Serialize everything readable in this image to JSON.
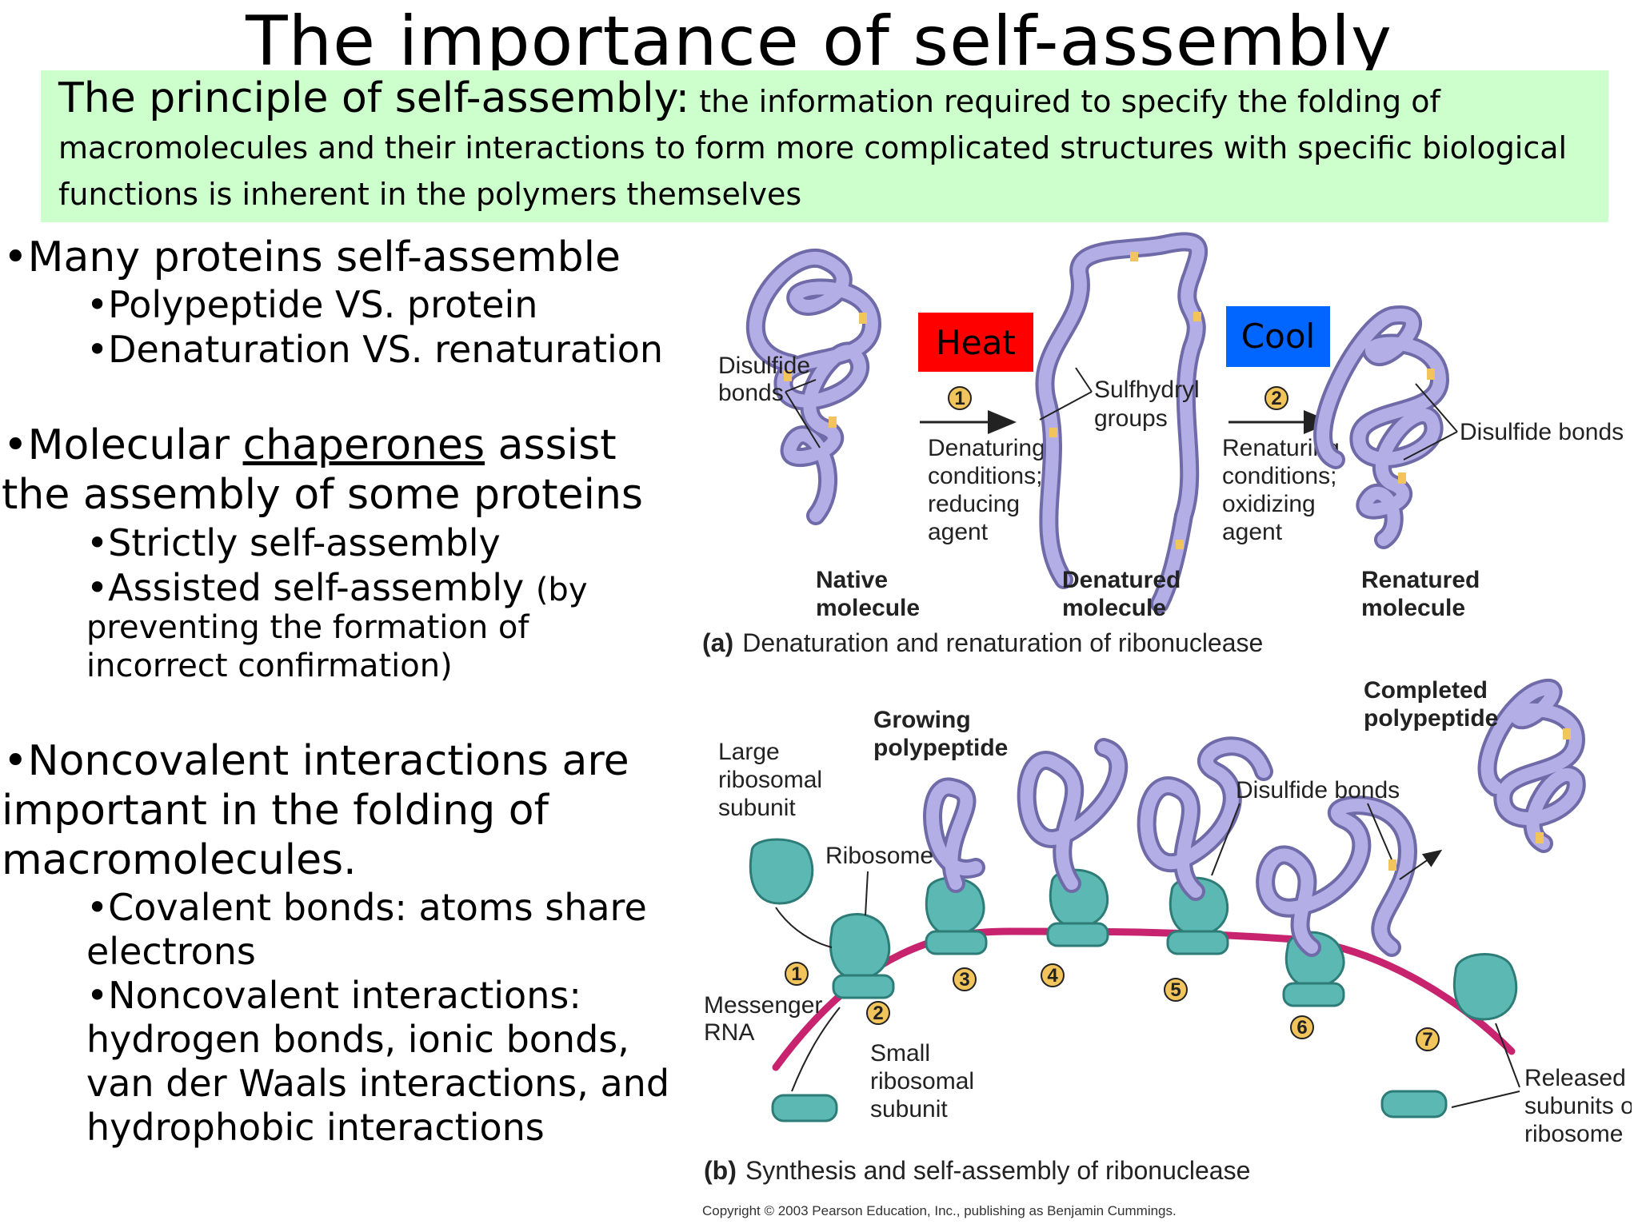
{
  "title": "The importance of self-assembly",
  "principle": {
    "lead": "The principle of self-assembly:",
    "body": "the information required to specify the folding of macromolecules and their interactions to form more complicated structures with specific biological functions is inherent in the polymers themselves"
  },
  "bullets": [
    {
      "text": "•Many proteins self-assemble",
      "sub": [
        "•Polypeptide VS. protein",
        "•Denaturation VS. renaturation"
      ]
    },
    {
      "lines": [
        "•Molecular",
        "chaperones",
        "assist",
        "the assembly of some proteins"
      ],
      "sub": [
        "•Strictly self-assembly",
        "•Assisted self-assembly",
        "(by",
        "preventing the formation of",
        "incorrect confirmation)"
      ]
    },
    {
      "lines": [
        "•Noncovalent interactions are",
        "important in the folding of",
        "macromolecules."
      ],
      "sub": [
        "•Covalent bonds: atoms share",
        "electrons",
        "•Noncovalent interactions:",
        "hydrogen bonds, ionic bonds,",
        "van der Waals interactions, and",
        "hydrophobic interactions"
      ]
    }
  ],
  "figure_a": {
    "heat": "Heat",
    "cool": "Cool",
    "disulfide_bonds_left": [
      "Disulfide",
      "bonds"
    ],
    "sulfhydryl": [
      "Sulfhydryl",
      "groups"
    ],
    "disulfide_bonds_right": "Disulfide bonds",
    "step1": "1",
    "step2": "2",
    "denaturing": [
      "Denaturing",
      "conditions;",
      "reducing",
      "agent"
    ],
    "renaturing": [
      "Renaturing",
      "conditions;",
      "oxidizing",
      "agent"
    ],
    "native": [
      "Native",
      "molecule"
    ],
    "denatured": [
      "Denatured",
      "molecule"
    ],
    "renatured": [
      "Renatured",
      "molecule"
    ],
    "caption_letter": "(a)",
    "caption": "Denaturation and renaturation of ribonuclease",
    "heat_color": "#ff0000",
    "cool_color": "#0066ff"
  },
  "figure_b": {
    "large_subunit": [
      "Large",
      "ribosomal",
      "subunit"
    ],
    "growing": [
      "Growing",
      "polypeptide"
    ],
    "completed": [
      "Completed",
      "polypeptide"
    ],
    "ribosome": "Ribosome",
    "disulfide": "Disulfide bonds",
    "messenger": [
      "Messenger",
      "RNA"
    ],
    "small_subunit": [
      "Small",
      "ribosomal",
      "subunit"
    ],
    "released": [
      "Released",
      "subunits of",
      "ribosome"
    ],
    "steps": [
      "1",
      "2",
      "3",
      "4",
      "5",
      "6",
      "7"
    ],
    "caption_letter": "(b)",
    "caption": "Synthesis and self-assembly of ribonuclease",
    "copyright": "Copyright © 2003 Pearson Education, Inc., publishing as Benjamin Cummings."
  },
  "colors": {
    "principle_bg": "#ccffcc",
    "protein": "#b3aee6",
    "mrna": "#c7236f",
    "ribosome": "#5cb8b2"
  }
}
